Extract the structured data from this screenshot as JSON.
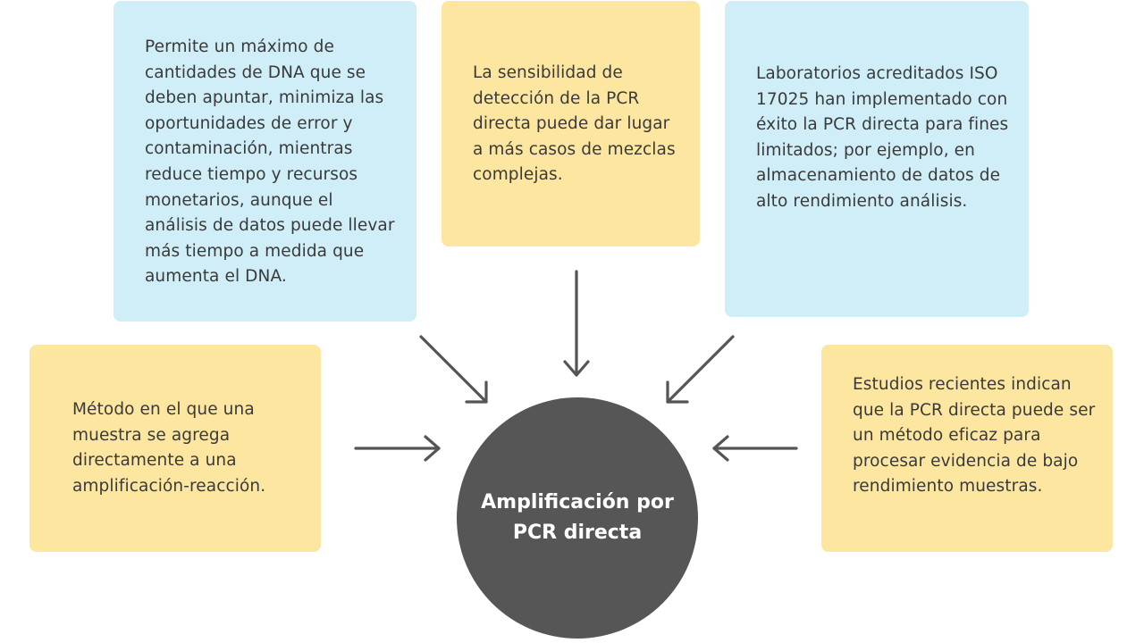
{
  "center": {
    "label": "Amplificación por PCR directa"
  },
  "boxes": {
    "left_top": "Permite un máximo de cantidades de DNA que se deben apuntar, minimiza las oportunidades de error y contaminación, mientras reduce tiempo y recursos monetarios, aunque el análisis de datos puede llevar más tiempo a medida que aumenta el DNA.",
    "center_top": "La sensibilidad de detección de la PCR directa puede dar lugar a más casos de mezclas complejas.",
    "right_top": "Laboratorios acreditados ISO 17025 han implementado con éxito la PCR directa para fines limitados; por ejemplo, en almacenamiento de datos de alto rendimiento análisis.",
    "left": "Método en el que una muestra se agrega directamente a una amplificación-reacción.",
    "right": "Estudios recientes indican que la PCR directa puede ser un método eficaz para procesar evidencia de bajo rendimiento muestras."
  },
  "colors": {
    "blue_box": "#cfeef7",
    "yellow_box": "#fce6a0",
    "hub": "#575657",
    "arrow": "#555555",
    "text": "#3a3a3a"
  }
}
